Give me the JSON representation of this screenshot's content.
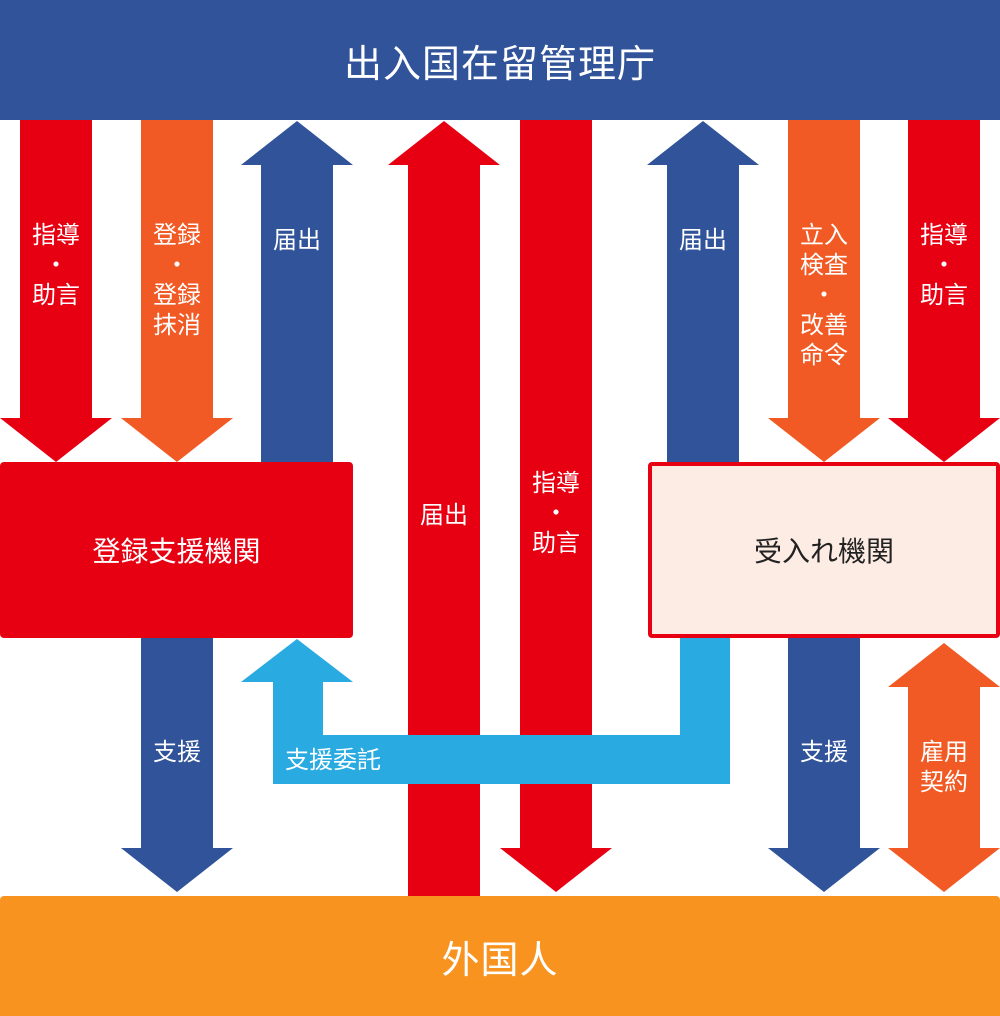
{
  "header": {
    "title": "出入国在留管理庁"
  },
  "footer": {
    "title": "外国人"
  },
  "boxes": {
    "support_org": "登録支援機関",
    "host_org": "受入れ機関"
  },
  "arrows": {
    "a1": [
      "指導",
      "・",
      "助言"
    ],
    "a2": [
      "登録",
      "・",
      "登録",
      "抹消"
    ],
    "a3": [
      "届出"
    ],
    "a4": [
      "届出"
    ],
    "a5": [
      "指導",
      "・",
      "助言"
    ],
    "a6": [
      "届出"
    ],
    "a7": [
      "立入",
      "検査",
      "・",
      "改善",
      "命令"
    ],
    "a8": [
      "指導",
      "・",
      "助言"
    ],
    "b1": [
      "支援"
    ],
    "b2": [
      "支援委託"
    ],
    "b3": [
      "支援"
    ],
    "b4": [
      "雇用",
      "契約"
    ]
  },
  "colors": {
    "navy": "#31539a",
    "red": "#e60012",
    "orange": "#f15a24",
    "amber": "#f7931e",
    "sky": "#29abe2",
    "pale": "#fdece3"
  }
}
